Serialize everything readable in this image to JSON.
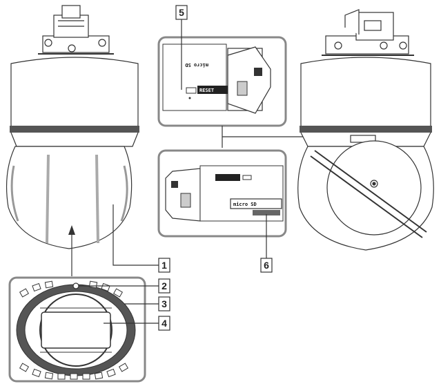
{
  "callouts": {
    "c1": "1",
    "c2": "2",
    "c3": "3",
    "c4": "4",
    "c5": "5",
    "c6": "6"
  },
  "labels": {
    "reset": "RESET",
    "micro_sd": "micro SD"
  },
  "colors": {
    "line": "#333333",
    "panel_border": "#888888",
    "shade": "#cfcfcf",
    "dark": "#444444"
  }
}
